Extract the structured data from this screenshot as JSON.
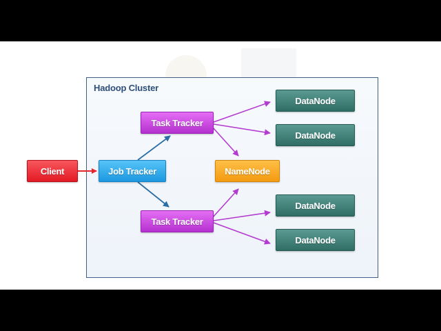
{
  "diagram": {
    "cluster_title": "Hadoop Cluster",
    "nodes": {
      "client": "Client",
      "job_tracker": "Job Tracker",
      "task_tracker_top": "Task Tracker",
      "task_tracker_bottom": "Task Tracker",
      "name_node": "NameNode",
      "data_node_1": "DataNode",
      "data_node_2": "DataNode",
      "data_node_3": "DataNode",
      "data_node_4": "DataNode"
    },
    "colors": {
      "client": "#e8262f",
      "job_tracker": "#2aa3e8",
      "task_tracker": "#c03fd9",
      "name_node": "#f7a623",
      "data_node": "#3d7b73",
      "arrow_red": "#e3262f",
      "arrow_blue": "#2b6ea6",
      "arrow_purple": "#b43bd0",
      "cluster_border": "#3f5f86"
    }
  }
}
